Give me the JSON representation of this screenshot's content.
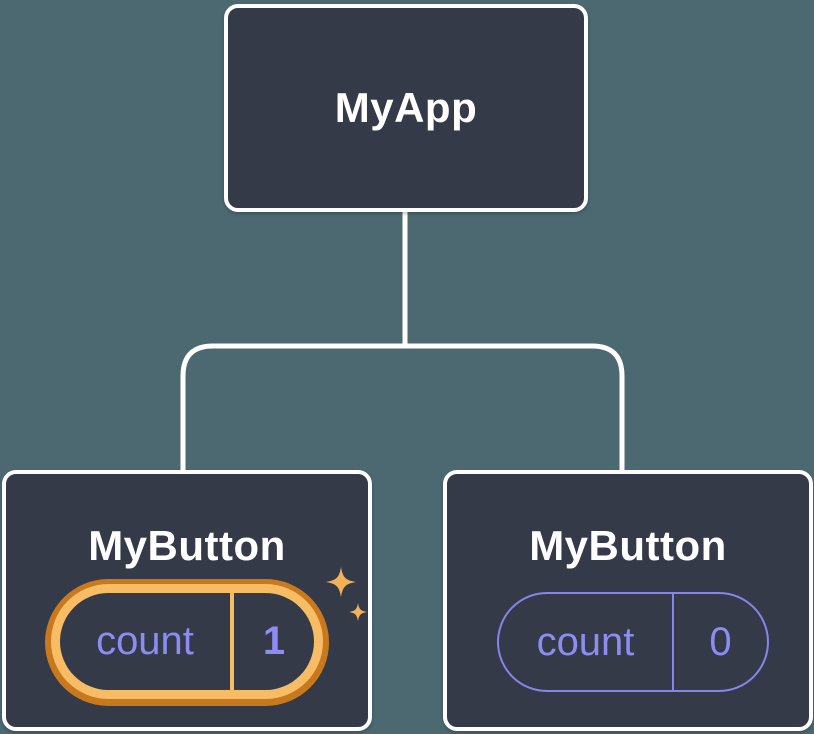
{
  "title": "React component tree diagram",
  "colors": {
    "background": "#4c6871",
    "node_fill": "#353a48",
    "node_border": "#ffffff",
    "label_text": "#ffffff",
    "state_text": "#8c8cf2",
    "state_pill_border": "#8585ec",
    "highlight_ring_outer": "#c8791e",
    "highlight_ring_inner": "#f8bd64",
    "sparkle": "#f5b159"
  },
  "tree": {
    "root": {
      "label": "MyApp"
    },
    "children": [
      {
        "label": "MyButton",
        "state": {
          "name": "count",
          "value": "1"
        },
        "highlighted": true
      },
      {
        "label": "MyButton",
        "state": {
          "name": "count",
          "value": "0"
        },
        "highlighted": false
      }
    ]
  }
}
